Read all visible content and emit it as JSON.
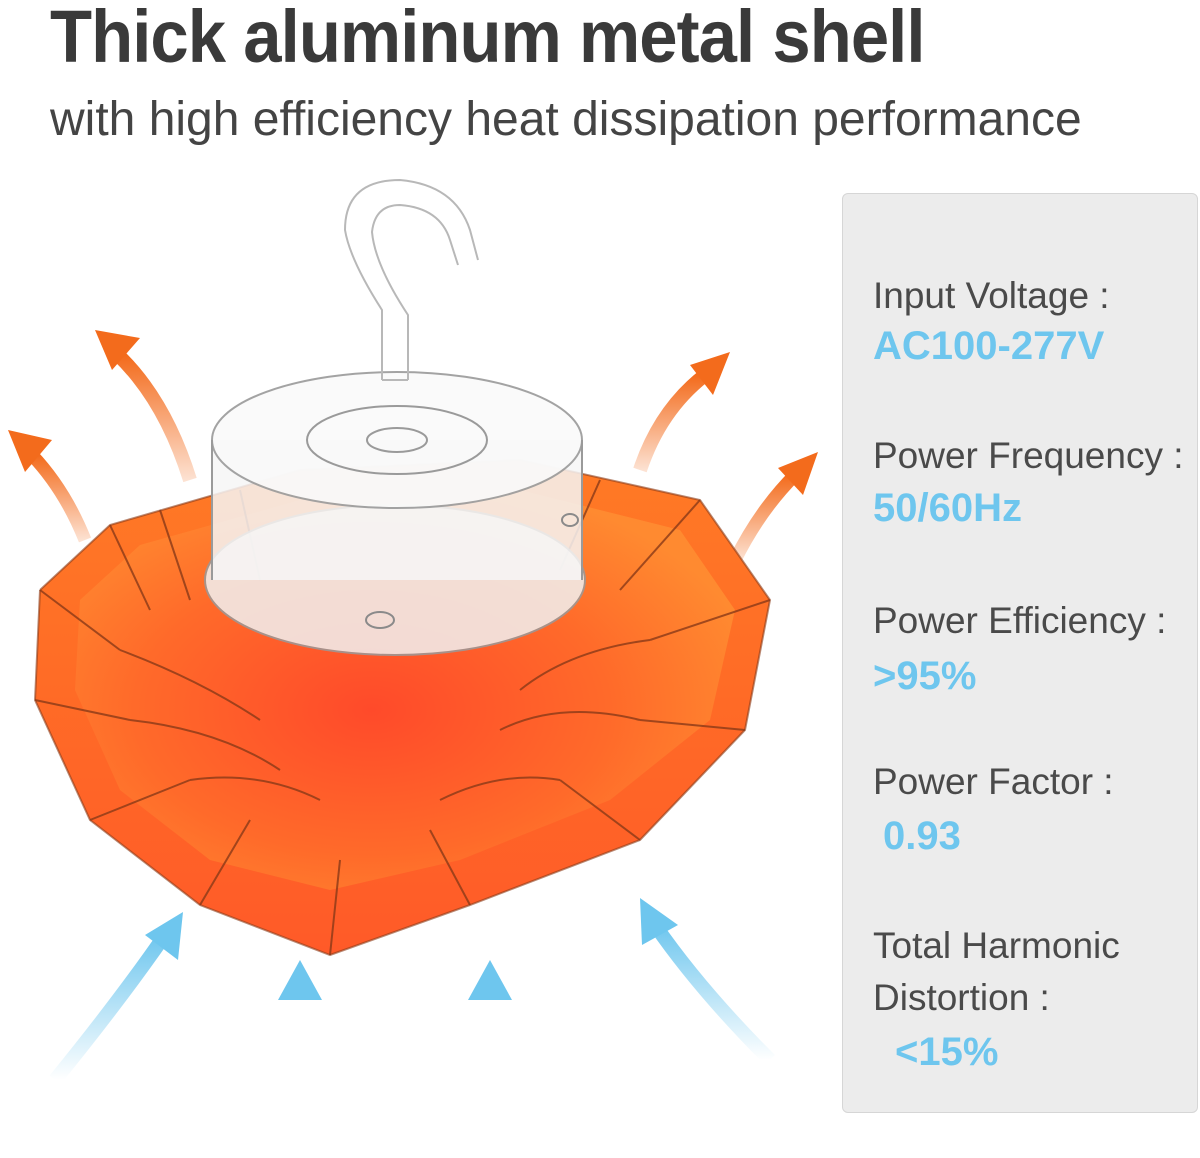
{
  "header": {
    "title": "Thick aluminum metal shell",
    "subtitle": "with high efficiency heat dissipation performance"
  },
  "specs": [
    {
      "label": "Input Voltage :",
      "value": "AC100-277V"
    },
    {
      "label": "Power Frequency :",
      "value": "50/60Hz"
    },
    {
      "label": "Power Efficiency :",
      "value": ">95%"
    },
    {
      "label": "Power Factor :",
      "value": "0.93"
    },
    {
      "label": "Total Harmonic\nDistortion :",
      "value": "<15%"
    }
  ],
  "colors": {
    "title": "#3a3a3a",
    "spec_value": "#6ec6ee",
    "heatsink": "#ff7f20",
    "hot_arrow": "#f36b1c",
    "cool_arrow": "#6ec6ee",
    "panel": "#ececec"
  },
  "icons": {
    "hot_air": "arrow-up-orange",
    "cool_air": "arrow-up-blue"
  }
}
